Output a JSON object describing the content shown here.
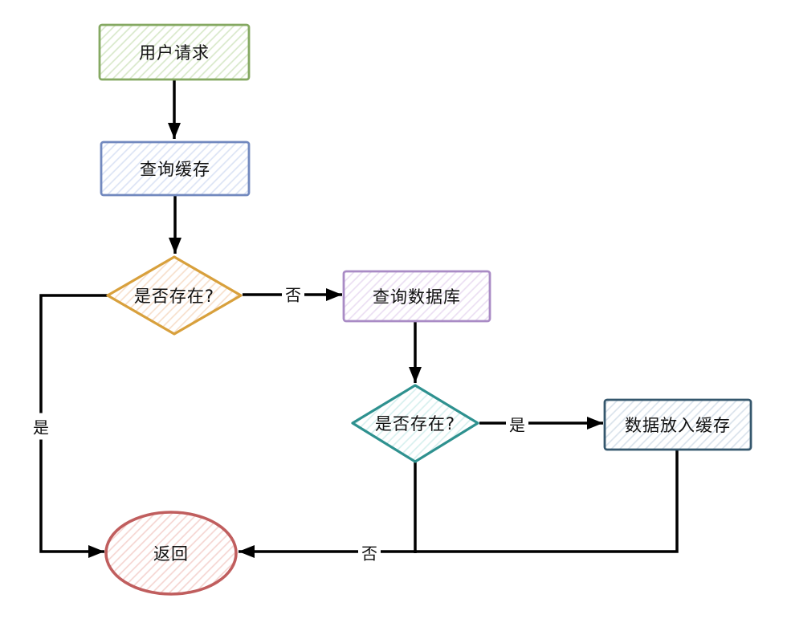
{
  "diagram": {
    "type": "flowchart",
    "style": "hand-drawn-sketch",
    "background_color": "#ffffff",
    "line_color": "#000000",
    "text_color": "#111111",
    "nodes": {
      "user_request": {
        "label": "用户请求",
        "shape": "rectangle",
        "border_color": "#85a962",
        "hatch_color": "#d9e9cb"
      },
      "query_cache": {
        "label": "查询缓存",
        "shape": "rectangle",
        "border_color": "#7289bf",
        "hatch_color": "#dce4f5"
      },
      "cache_exists": {
        "label": "是否存在?",
        "shape": "diamond",
        "border_color": "#d8a03c",
        "hatch_color": "#f7e0cc"
      },
      "query_database": {
        "label": "查询数据库",
        "shape": "rectangle",
        "border_color": "#a98bc5",
        "hatch_color": "#ebdff3"
      },
      "db_exists": {
        "label": "是否存在?",
        "shape": "diamond",
        "border_color": "#2e918f",
        "hatch_color": "#d7f0ef"
      },
      "put_cache": {
        "label": "数据放入缓存",
        "shape": "rectangle",
        "border_color": "#35576d",
        "hatch_color": "#dae3ec"
      },
      "return_node": {
        "label": "返回",
        "shape": "ellipse",
        "border_color": "#c05e5e",
        "hatch_color": "#f5d6d2"
      }
    },
    "edges": {
      "user_to_cache": {
        "from": "user_request",
        "to": "query_cache",
        "label": ""
      },
      "cache_to_exists": {
        "from": "query_cache",
        "to": "cache_exists",
        "label": ""
      },
      "exists_no_to_db": {
        "from": "cache_exists",
        "to": "query_database",
        "label": "否"
      },
      "exists_yes_to_return": {
        "from": "cache_exists",
        "to": "return_node",
        "label": "是"
      },
      "db_to_exists": {
        "from": "query_database",
        "to": "db_exists",
        "label": ""
      },
      "db_exists_yes_to_put": {
        "from": "db_exists",
        "to": "put_cache",
        "label": "是"
      },
      "db_exists_no_to_return": {
        "from": "db_exists",
        "to": "return_node",
        "label": "否"
      },
      "put_to_return": {
        "from": "put_cache",
        "to": "return_node",
        "label": ""
      }
    }
  }
}
